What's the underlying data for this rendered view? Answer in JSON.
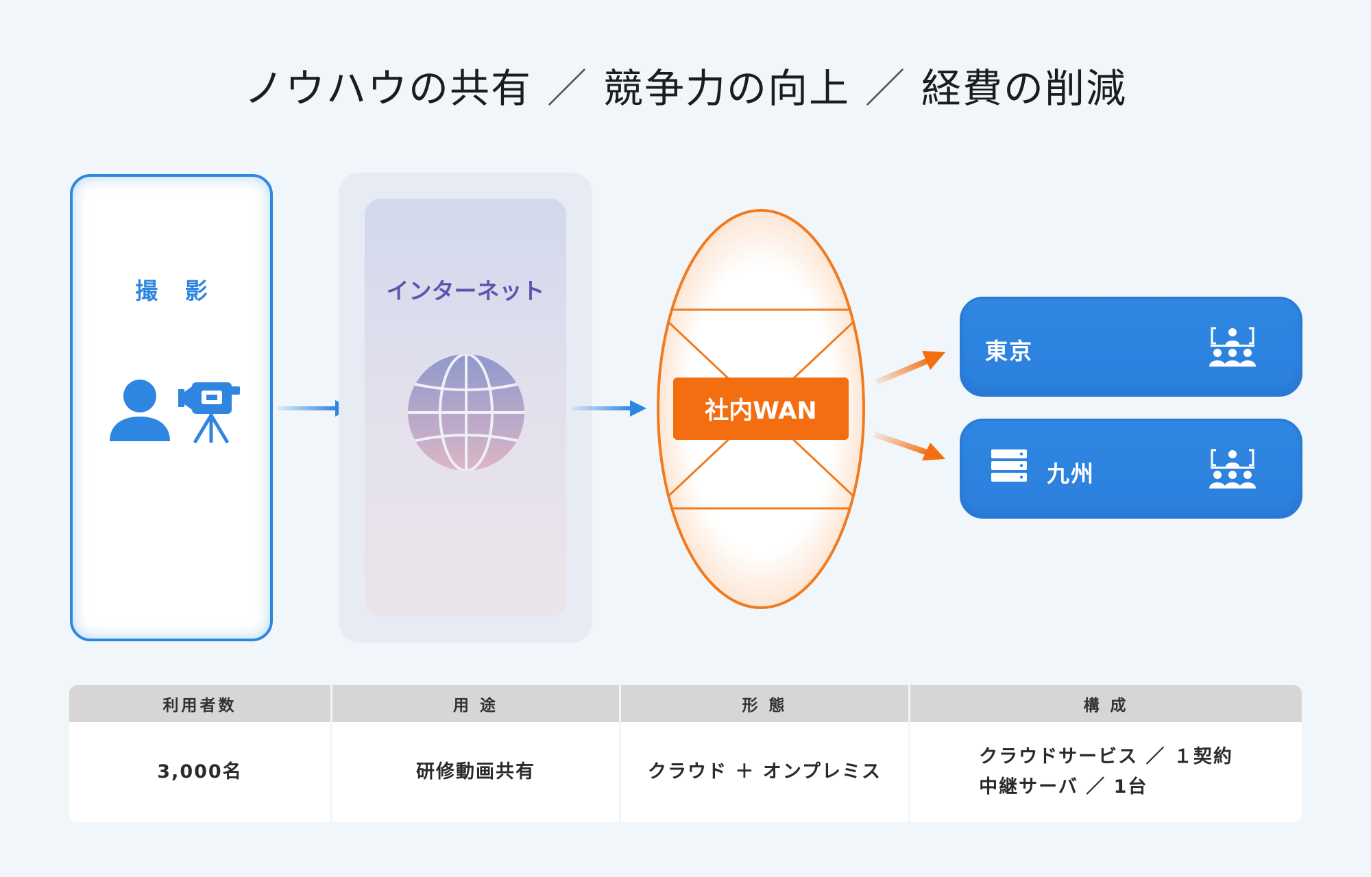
{
  "headline": {
    "parts": [
      "ノウハウの共有",
      "競争力の向上",
      "経費の削減"
    ],
    "separator": "／"
  },
  "stages": {
    "capture": {
      "label": "撮 影",
      "icons": [
        "person-icon",
        "video-camera-icon"
      ]
    },
    "internet": {
      "label": "インターネット",
      "icon": "globe-icon"
    },
    "wan": {
      "label": "社内WAN"
    }
  },
  "destinations": [
    {
      "label": "東京",
      "icons": [
        "audience-icon"
      ]
    },
    {
      "label": "九州",
      "icons": [
        "server-icon",
        "audience-icon"
      ]
    }
  ],
  "table": {
    "headers": [
      "利用者数",
      "用 途",
      "形 態",
      "構 成"
    ],
    "users": "3,000名",
    "purpose": "研修動画共有",
    "form": "クラウド ＋ オンプレミス",
    "config": [
      "クラウドサービス ／ １契約",
      "中継サーバ ／ 1台"
    ]
  },
  "colors": {
    "blue": "#2f86e0",
    "orange": "#f26e10",
    "purple": "#5d55ae",
    "background": "#f1f6fa"
  }
}
